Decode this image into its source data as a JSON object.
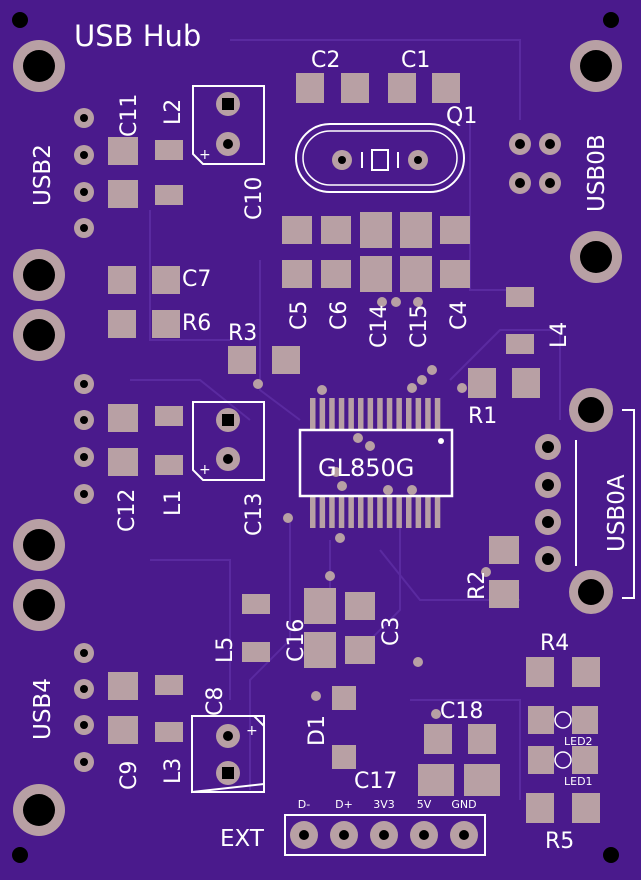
{
  "board": {
    "title": "USB Hub",
    "chip": "GL850G",
    "colors": {
      "board": "#4a1a8c",
      "pad": "#b8a0a4",
      "silk": "#ffffff",
      "hole": "#000000",
      "trace": "#5a2aa0"
    }
  },
  "connector_labels": {
    "usb2": "USB2",
    "usb4": "USB4",
    "usb0b": "USB0B",
    "usb0a": "USB0A",
    "ext": "EXT"
  },
  "ext_pins": [
    "D-",
    "D+",
    "3V3",
    "5V",
    "GND"
  ],
  "component_labels": {
    "c1": "C1",
    "c2": "C2",
    "c3": "C3",
    "c4": "C4",
    "c5": "C5",
    "c6": "C6",
    "c7": "C7",
    "c8": "C8",
    "c9": "C9",
    "c10": "C10",
    "c11": "C11",
    "c12": "C12",
    "c13": "C13",
    "c14": "C14",
    "c15": "C15",
    "c16": "C16",
    "c17": "C17",
    "c18": "C18",
    "r1": "R1",
    "r2": "R2",
    "r3": "R3",
    "r4": "R4",
    "r5": "R5",
    "r6": "R6",
    "l1": "L1",
    "l2": "L2",
    "l3": "L3",
    "l4": "L4",
    "l5": "L5",
    "q1": "Q1",
    "d1": "D1",
    "led1": "LED1",
    "led2": "LED2"
  },
  "polarity_marks": [
    "+",
    "+",
    "+"
  ]
}
